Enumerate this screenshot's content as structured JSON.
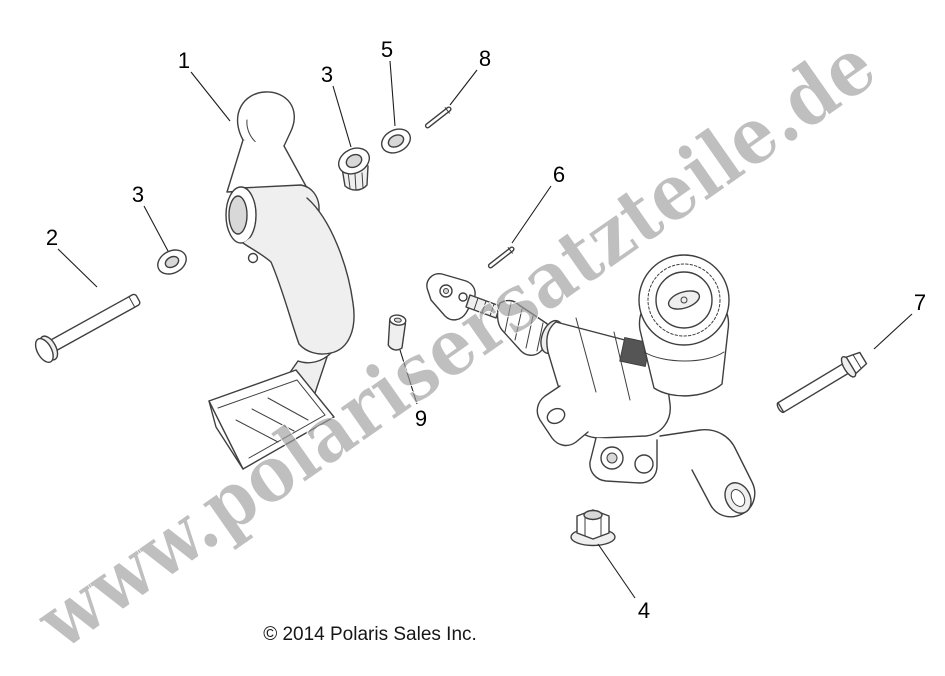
{
  "diagram": {
    "watermark": "www.polarisersatzteile.de",
    "copyright": "© 2014 Polaris Sales Inc.",
    "callouts": [
      {
        "label": "1"
      },
      {
        "label": "2"
      },
      {
        "label": "3"
      },
      {
        "label": "3"
      },
      {
        "label": "4"
      },
      {
        "label": "5"
      },
      {
        "label": "6"
      },
      {
        "label": "7"
      },
      {
        "label": "8"
      },
      {
        "label": "9"
      }
    ],
    "colors": {
      "line": "#3f3f3f",
      "watermark": "#9e9e9e",
      "background": "#ffffff"
    }
  }
}
